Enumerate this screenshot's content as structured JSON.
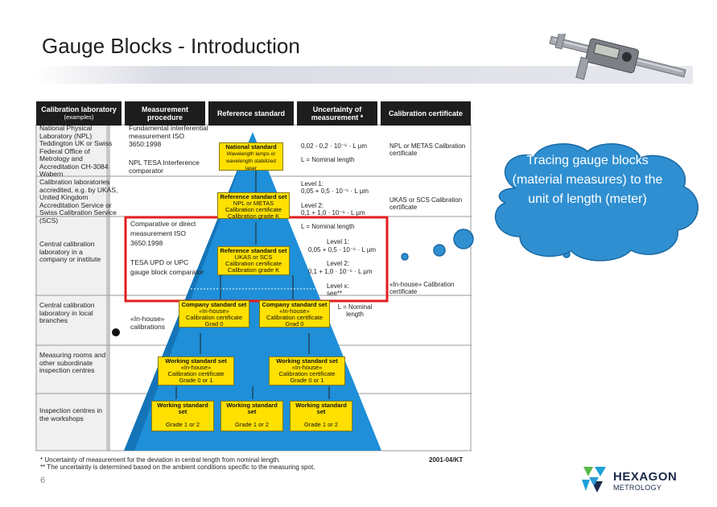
{
  "slide": {
    "title": "Gauge Blocks - Introduction",
    "page_number": "6",
    "callout": "Tracing gauge blocks (material measures) to the unit of length (meter)"
  },
  "logo": {
    "name": "HEXAGON",
    "sub": "METROLOGY",
    "colors": [
      "#1ea0d8",
      "#58b94a",
      "#1b2a4a"
    ]
  },
  "table": {
    "headers": {
      "lab": "Calibration laboratory",
      "lab_sub": "(examples)",
      "procedure": "Measurement procedure",
      "reference": "Reference standard",
      "uncertainty": "Uncertainty of measurement *",
      "certificate": "Calibration certificate"
    },
    "labs": [
      "National Physical Laboratory (NPL) Teddington UK or Swiss Federal Office of Metrology and Accreditation CH-3084 Wabern",
      "Calibration laboratories accredited, e.g. by UKAS, United Kingdom Accreditation Service or Swiss Calibration Service (SCS)",
      "Central calibration laboratory in a company or institute",
      "Central calibration laboratory in local branches",
      "Measuring rooms and other subordinate inspection centres",
      "Inspection centres in the workshops"
    ],
    "procedures": {
      "p1": "Fundamental interferential measurement ISO 3650:1998",
      "p2": "NPL TESA Interference comparator",
      "p3": "Comparative or direct measurement ISO 3650:1998",
      "p4": "TESA UPD or UPC gauge block comparator",
      "p5": "«In-house» calibrations"
    },
    "boxes": {
      "national": {
        "title": "National standard",
        "sub": "Wavelength lamps or wavelength stabilized laser"
      },
      "ref1": {
        "title": "Reference standard set",
        "l1": "NPL or METAS",
        "l2": "Calibration certificate",
        "l3": "Calibration grade K"
      },
      "ref2": {
        "title": "Reference standard set",
        "l1": "UKAS or SCS",
        "l2": "Calibration certificate",
        "l3": "Calibration grade K"
      },
      "company_left": {
        "title": "Company standard set",
        "l1": "«In-house»",
        "l2": "Calibration certificate",
        "l3": "Grad 0"
      },
      "company_right": {
        "title": "Company standard set",
        "l1": "«In-house»",
        "l2": "Calibration certificate",
        "l3": "Grad 0"
      },
      "working1_left": {
        "title": "Working standard set",
        "l1": "«In-house»",
        "l2": "Calibration certificate",
        "l3": "Grade 0 or 1"
      },
      "working1_right": {
        "title": "Working standard set",
        "l1": "«In-house»",
        "l2": "Calibration certificate",
        "l3": "Grade 0 or 1"
      },
      "working2_a": {
        "title": "Working standard set",
        "l3": "Grade 1 or 2"
      },
      "working2_b": {
        "title": "Working standard set",
        "l3": "Grade 1 or 2"
      },
      "working2_c": {
        "title": "Working standard set",
        "l3": "Grade 1 or 2"
      }
    },
    "uncertainties": {
      "u1": "0,02 - 0,2 · 10⁻⁶ · L  µm",
      "u1b": "L = Nominal length",
      "u2a": "Level 1:",
      "u2b": "0,05 + 0,5 · 10⁻⁶ · L  µm",
      "u2c": "Level 2:",
      "u2d": "0,1 + 1,0 · 10⁻⁶ · L  µm",
      "u2e": "L = Nominal length",
      "u3a": "Level 1:",
      "u3b": "0,05 + 0,5 · 10⁻⁶ · L  µm",
      "u3c": "Level 2:",
      "u3d": "0,1 + 1,0 · 10⁻⁶ · L  µm",
      "u4": "Level x: see**",
      "u5": "L = Nominal length"
    },
    "certificates": {
      "c1": "NPL or METAS Calibration certificate",
      "c2": "UKAS or SCS Calibration certificate",
      "c3": "«In-house» Calibration certificate"
    },
    "footnotes": {
      "f1": "*  Uncertainty of measurement for the deviation in central length from nominal length.",
      "f2": "** The uncertainty is determined based on the ambient conditions specific to the measuring spot.",
      "code": "2001-04/KT"
    }
  }
}
